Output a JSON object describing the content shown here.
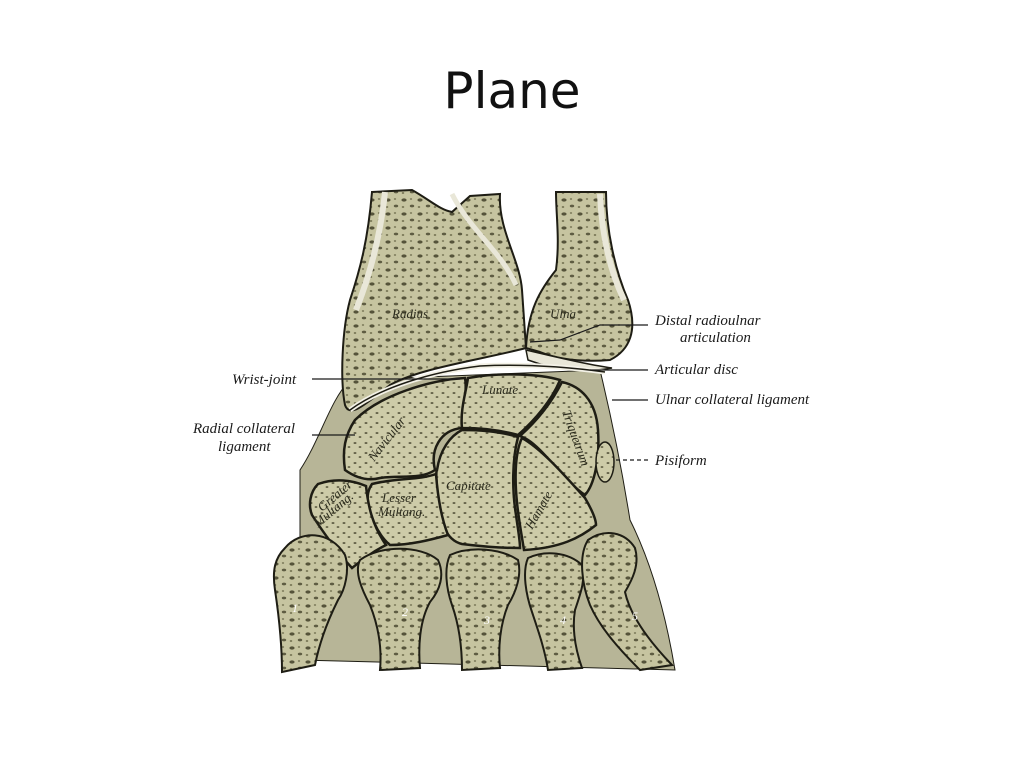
{
  "slide": {
    "title": "Plane"
  },
  "figure": {
    "bones": {
      "radius": "Radius",
      "ulna": "Ulna",
      "lunate": "Lunate",
      "navicular": "Navicular",
      "triquetrum": "Triquetrum",
      "capitate": "Capitate",
      "hamate": "Hamate",
      "lesser_multang": [
        "Lesser",
        "Multang."
      ],
      "greater_multang": [
        "Greater",
        "Multang."
      ]
    },
    "metacarpals": [
      "1",
      "2",
      "3",
      "4",
      "5"
    ],
    "callouts": {
      "distal_radioulnar": [
        "Distal radioulnar",
        "articulation"
      ],
      "articular_disc": "Articular disc",
      "ulnar_collateral": "Ulnar collateral ligament",
      "pisiform": "Pisiform",
      "wrist_joint": "Wrist-joint",
      "radial_collateral": [
        "Radial collateral",
        "ligament"
      ]
    },
    "colors": {
      "bone": "#c9c7a4",
      "bone_dark": "#6f6c4e",
      "outline": "#1e1d14",
      "cortex": "#e9e7d8"
    }
  }
}
